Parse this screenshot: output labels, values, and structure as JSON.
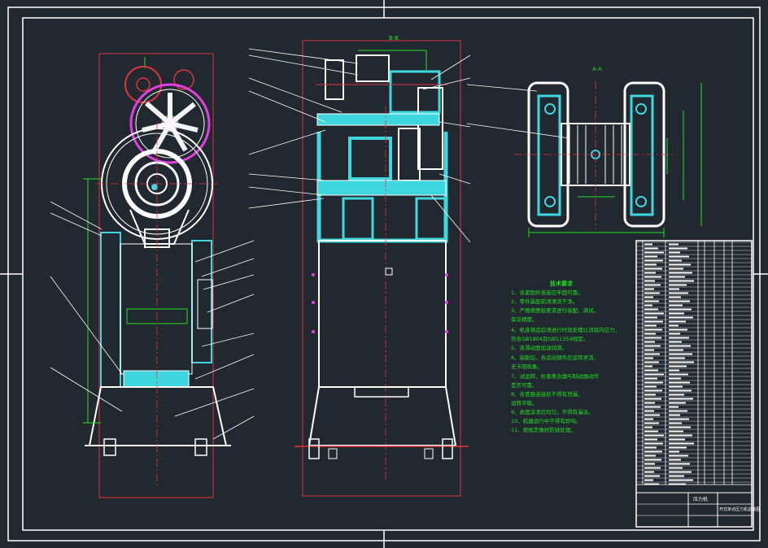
{
  "drawing": {
    "section_bb_label": "B-B",
    "section_aa_label": "A-A"
  },
  "tech_requirements": {
    "title": "技术要求",
    "items": [
      "1、各紧固件连接应牢固可靠。",
      "2、零件装配前须清洗干净。",
      "3、严格按图纸要求进行装配、调试，",
      "   保证精度。",
      "4、机身铸造后须进行时效处理以消除内应力，",
      "   符合GB1804及GB11354规定。",
      "5、各滑动面加油润滑。",
      "6、装配后，各运动部件应运转灵活，",
      "   无卡阻现象。",
      "7、试运转，检查离合器与制动器动作",
      "   是否可靠。",
      "8、各管路连接处不得有泄漏，",
      "   运转平稳。",
      "9、表面涂漆应均匀，不得有漏涂。",
      "10、机器运行中不得有异响。",
      "11、按规定做好防锈处理。"
    ]
  },
  "title_block": {
    "name_label": "压力机",
    "drawing_title": "开式单点压力机总装图"
  },
  "colors": {
    "background": "#212830",
    "frame": "#ffffff",
    "outline": "#ffffff",
    "section_fill": "#3fd7df",
    "dimension": "#22e022",
    "center_line": "#e0343b",
    "highlight": "#e040e0"
  }
}
